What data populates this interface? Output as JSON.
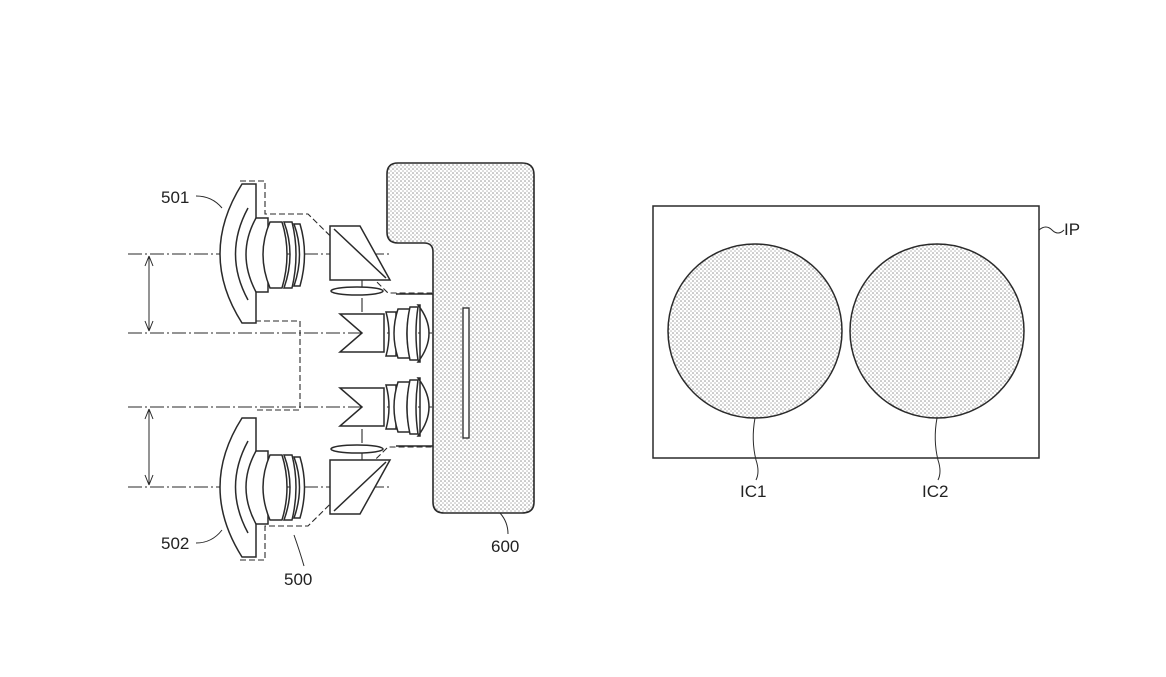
{
  "figure": {
    "labels": {
      "lens_upper": "501",
      "lens_lower": "502",
      "lens_unit": "500",
      "camera_body": "600",
      "image_plane": "IP",
      "image_circle_1": "IC1",
      "image_circle_2": "IC2"
    },
    "colors": {
      "line": "#2a2a2a",
      "stipple": "#9a9a9a",
      "background": "#ffffff"
    }
  }
}
